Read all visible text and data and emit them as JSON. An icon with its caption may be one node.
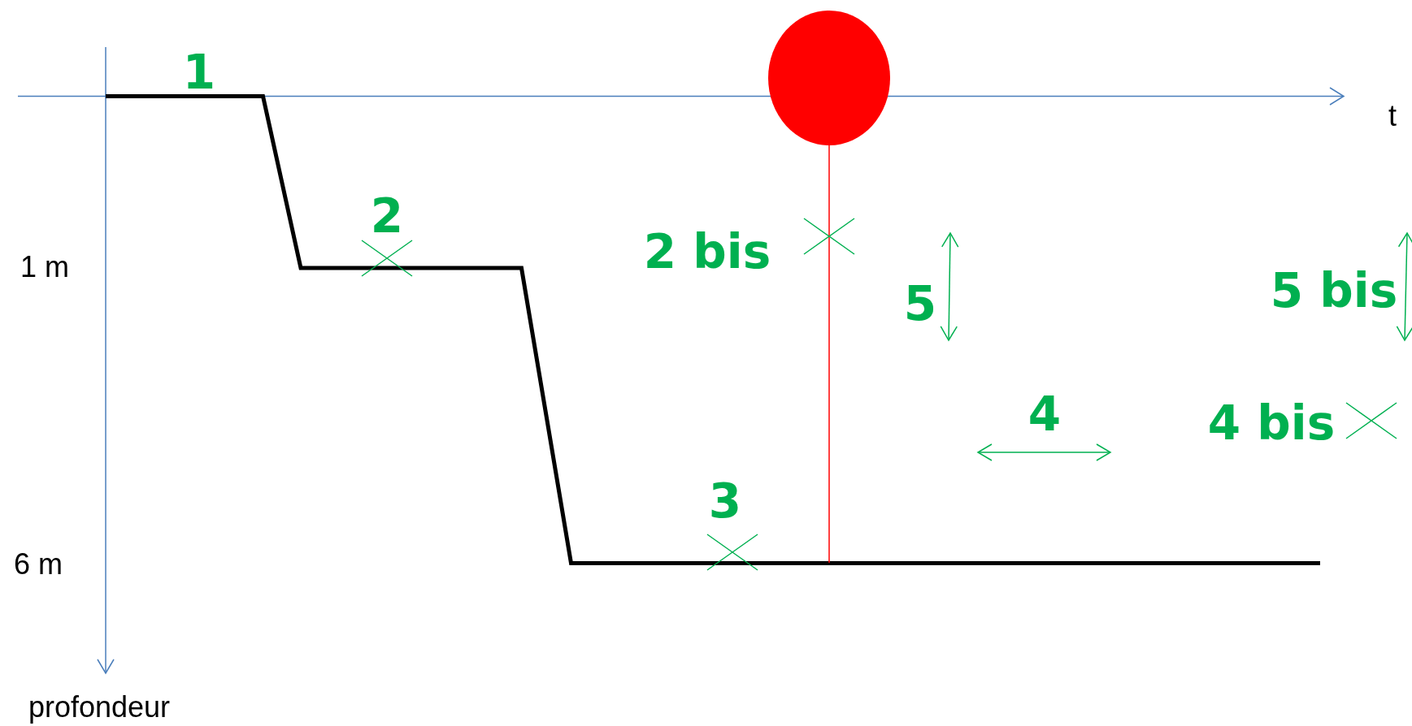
{
  "diagram": {
    "labels": [
      "1",
      "t",
      "2",
      "2 bis",
      "1 m",
      "5",
      "5 bis",
      "4 bis",
      "4",
      "3",
      "6 m",
      "profondeur"
    ]
  }
}
